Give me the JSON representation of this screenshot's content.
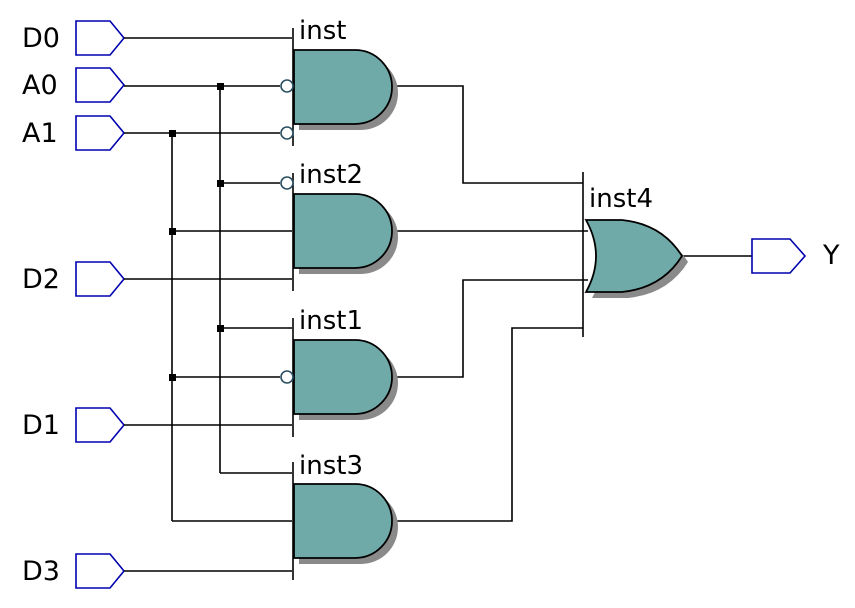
{
  "diagram": {
    "colors": {
      "gate_fill": "#70aaa8",
      "port_stroke": "#0000b0",
      "shadow": "#8a8a8a",
      "wire": "#000000"
    },
    "inputs": [
      {
        "id": "D0",
        "label": "D0",
        "icon": "input-pin-icon"
      },
      {
        "id": "A0",
        "label": "A0",
        "icon": "input-pin-icon"
      },
      {
        "id": "A1",
        "label": "A1",
        "icon": "input-pin-icon"
      },
      {
        "id": "D2",
        "label": "D2",
        "icon": "input-pin-icon"
      },
      {
        "id": "D1",
        "label": "D1",
        "icon": "input-pin-icon"
      },
      {
        "id": "D3",
        "label": "D3",
        "icon": "input-pin-icon"
      }
    ],
    "outputs": [
      {
        "id": "Y",
        "label": "Y",
        "icon": "output-pin-icon"
      }
    ],
    "gates": [
      {
        "id": "inst",
        "type": "AND3",
        "label": "inst",
        "inputs": [
          "D0",
          "NOT A0",
          "NOT A1"
        ]
      },
      {
        "id": "inst2",
        "type": "AND3",
        "label": "inst2",
        "inputs": [
          "NOT A0",
          "A1",
          "D2"
        ]
      },
      {
        "id": "inst1",
        "type": "AND3",
        "label": "inst1",
        "inputs": [
          "A0",
          "NOT A1",
          "D1"
        ]
      },
      {
        "id": "inst3",
        "type": "AND3",
        "label": "inst3",
        "inputs": [
          "A0",
          "A1",
          "D3"
        ]
      },
      {
        "id": "inst4",
        "type": "OR4",
        "label": "inst4",
        "inputs": [
          "inst",
          "inst2",
          "inst1",
          "inst3"
        ],
        "output": "Y"
      }
    ]
  }
}
